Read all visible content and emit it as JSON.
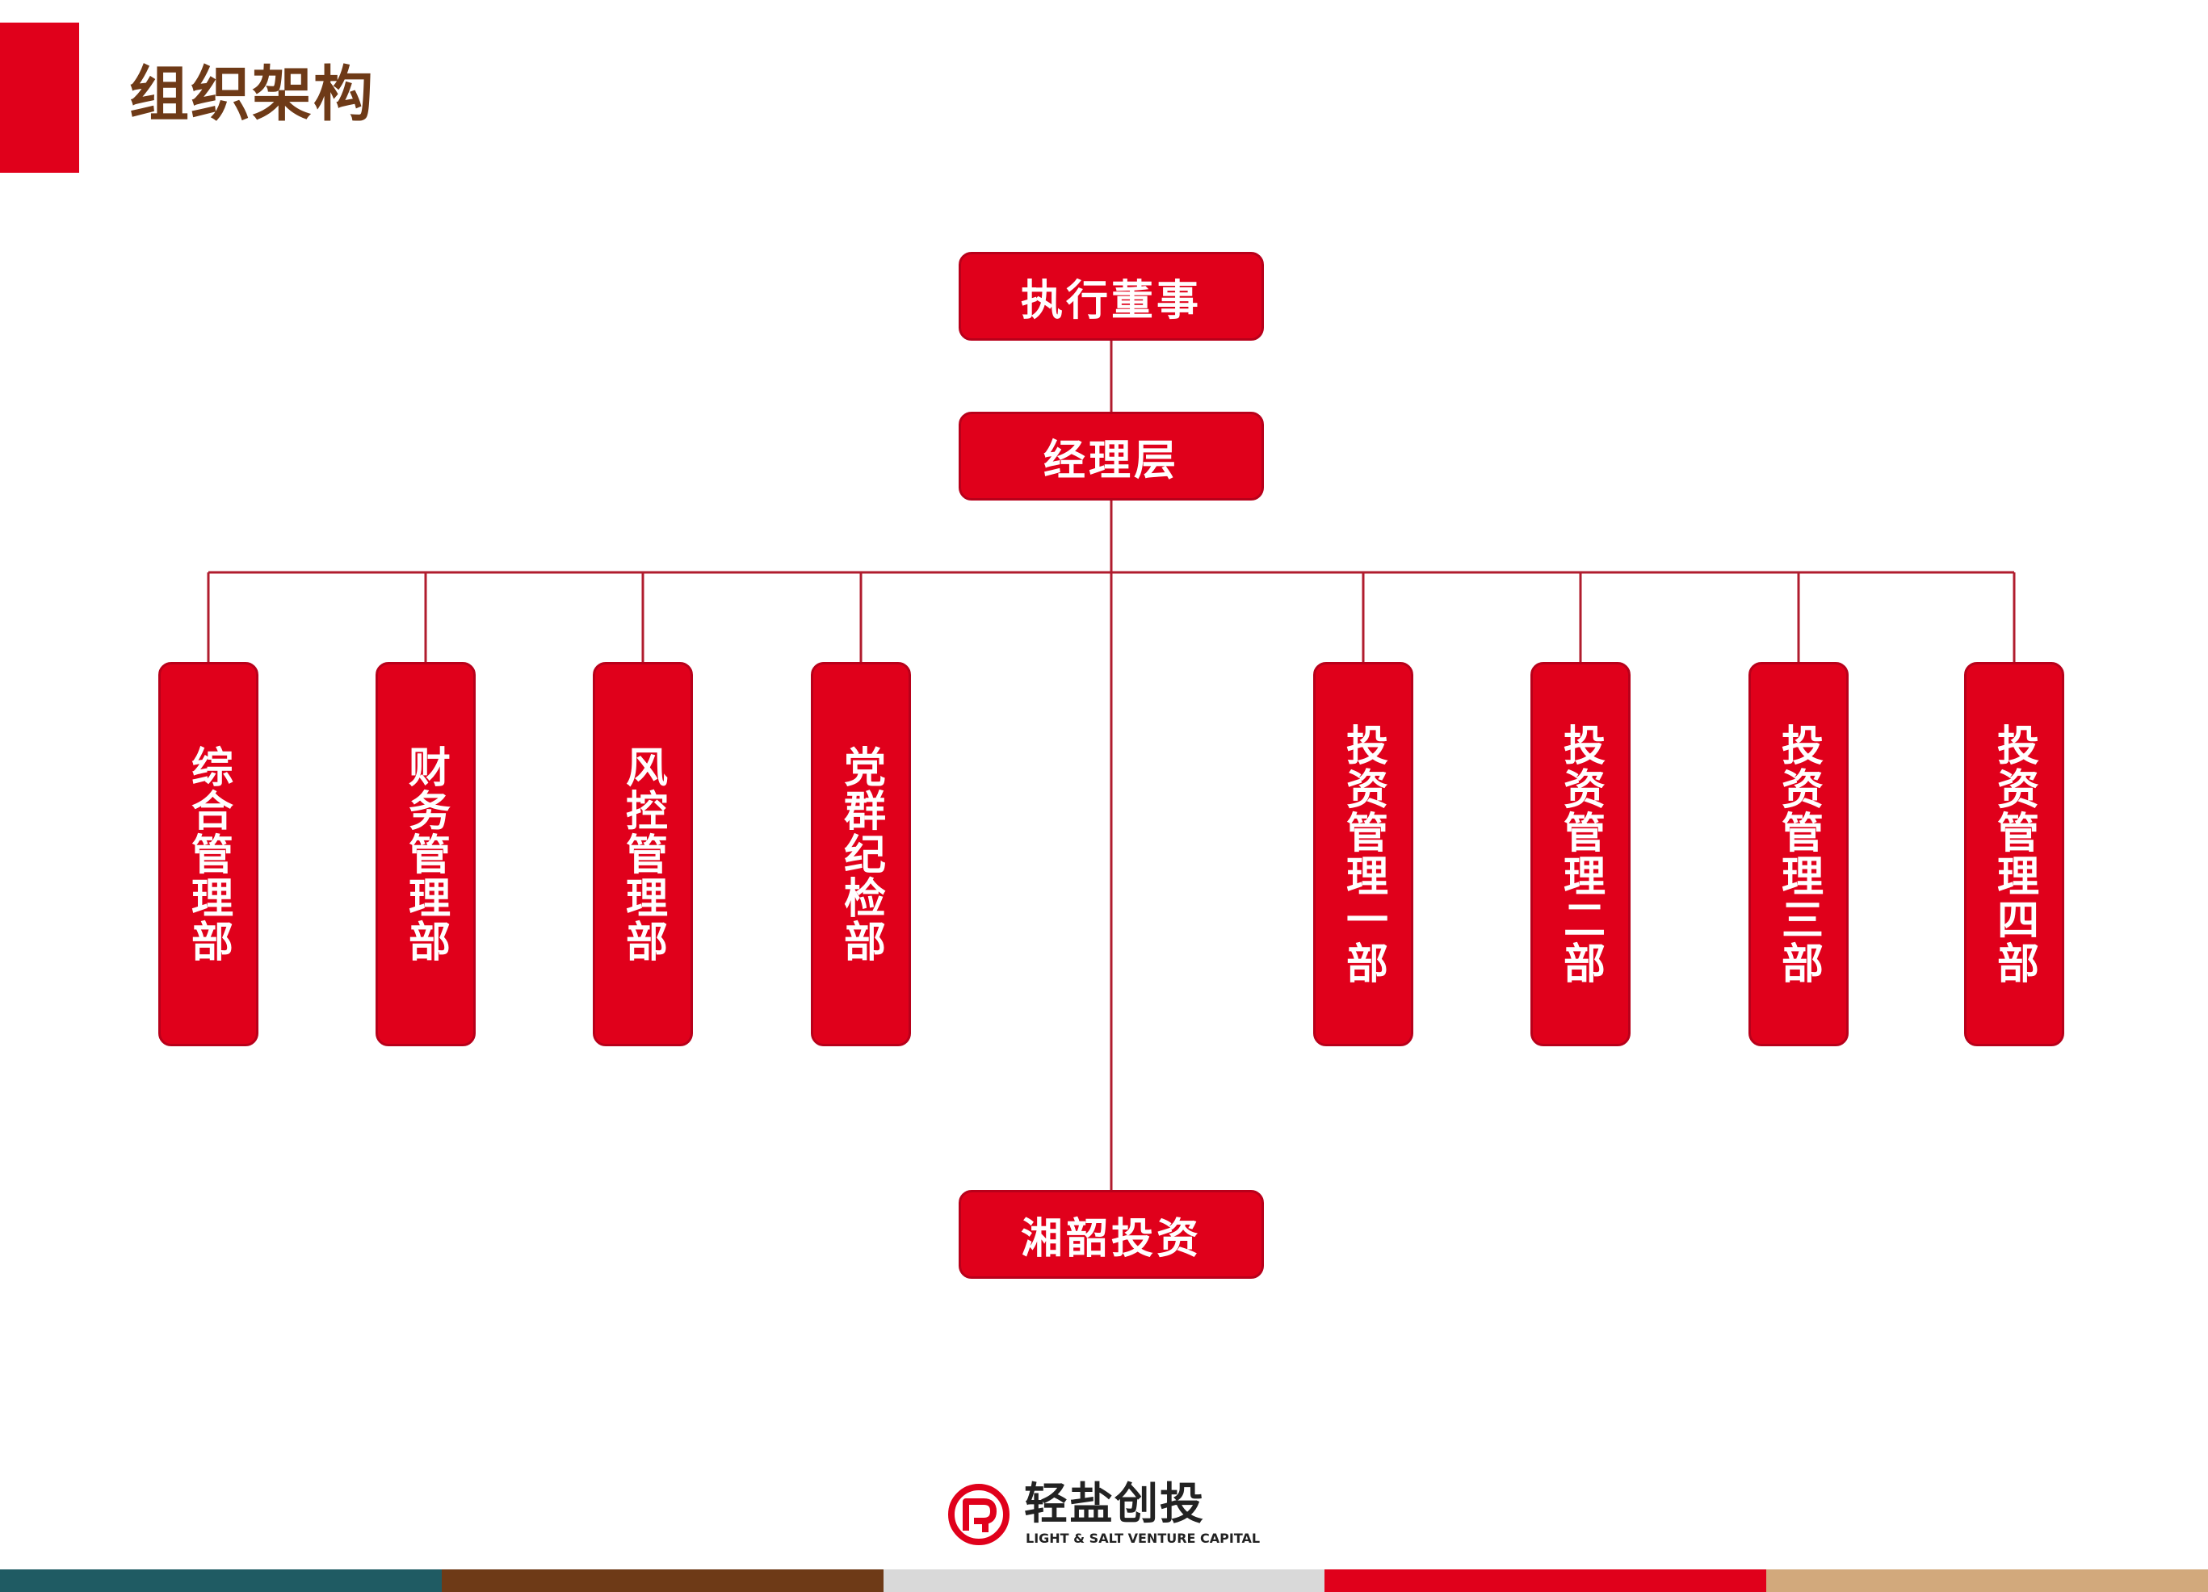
{
  "page": {
    "title": "组织架构"
  },
  "org": {
    "top": "执行董事",
    "management": "经理层",
    "subsidiary": "湘韶投资",
    "departments": [
      "综合管理部",
      "财务管理部",
      "风控管理部",
      "党群纪检部",
      "投资管理一部",
      "投资管理二部",
      "投资管理三部",
      "投资管理四部"
    ]
  },
  "logo": {
    "name": "轻盐创投",
    "subtitle": "LIGHT & SALT VENTURE CAPITAL"
  },
  "colors": {
    "accent": "#e0001b",
    "title": "#6e3a17",
    "connector": "#b01c2e",
    "footer": [
      "#1f5b63",
      "#6e3a17",
      "#d9d9d9",
      "#e0001b",
      "#d2a97c"
    ]
  }
}
